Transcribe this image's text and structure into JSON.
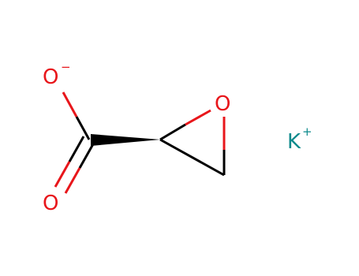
{
  "colors": {
    "background": "#ffffff",
    "bond": "#000000",
    "oxygen": "#e8161b",
    "potassium": "#0d8a8c"
  },
  "atoms": {
    "carboxylate_o_minus": {
      "symbol": "O",
      "charge": "−"
    },
    "carbonyl_o": {
      "symbol": "O"
    },
    "epoxide_o": {
      "symbol": "O"
    },
    "potassium": {
      "symbol": "K",
      "charge": "+"
    }
  }
}
